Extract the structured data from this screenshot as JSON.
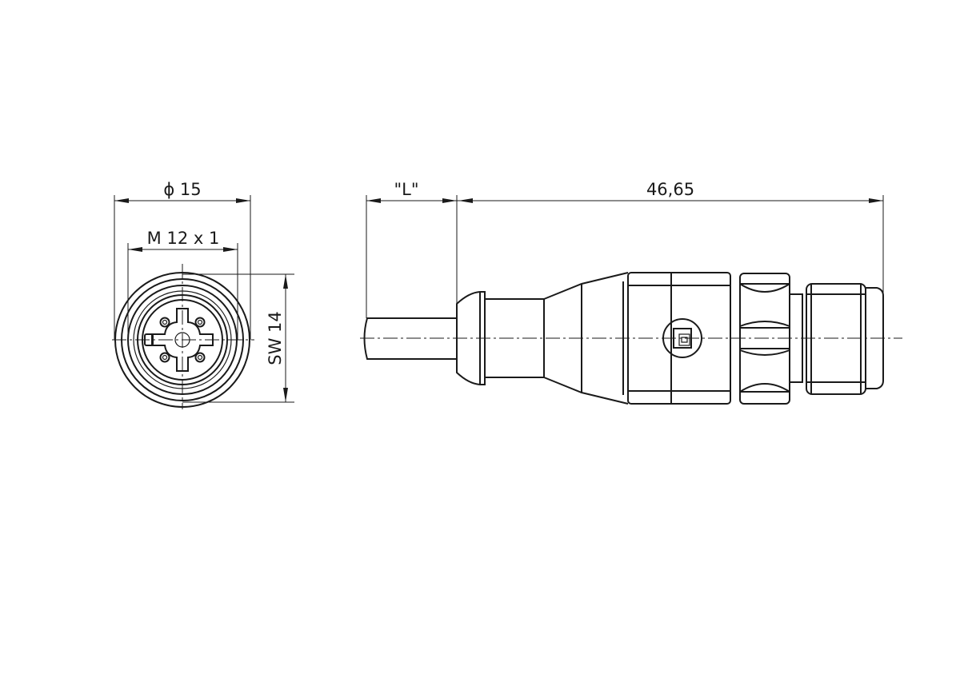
{
  "dimensions": {
    "diameter": "ϕ 15",
    "thread": "M 12 x 1",
    "wrench_size": "SW 14",
    "cable_length": "\"L\"",
    "overall_length": "46,65"
  }
}
